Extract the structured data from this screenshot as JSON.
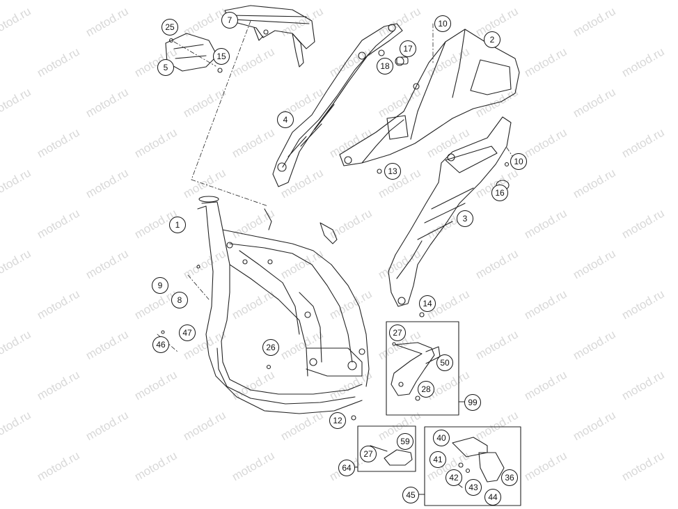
{
  "watermark": "motod.ru",
  "colors": {
    "line": "#222222",
    "watermark": "#d8d8d8",
    "background": "#ffffff"
  },
  "callouts": [
    {
      "id": "c25",
      "label": "25"
    },
    {
      "id": "c5",
      "label": "5"
    },
    {
      "id": "c15",
      "label": "15"
    },
    {
      "id": "c7",
      "label": "7"
    },
    {
      "id": "c4",
      "label": "4"
    },
    {
      "id": "c10a",
      "label": "10"
    },
    {
      "id": "c2",
      "label": "2"
    },
    {
      "id": "c17",
      "label": "17"
    },
    {
      "id": "c18",
      "label": "18"
    },
    {
      "id": "c13",
      "label": "13"
    },
    {
      "id": "c10b",
      "label": "10"
    },
    {
      "id": "c16",
      "label": "16"
    },
    {
      "id": "c3",
      "label": "3"
    },
    {
      "id": "c1",
      "label": "1"
    },
    {
      "id": "c9",
      "label": "9"
    },
    {
      "id": "c8",
      "label": "8"
    },
    {
      "id": "c47",
      "label": "47"
    },
    {
      "id": "c46",
      "label": "46"
    },
    {
      "id": "c26",
      "label": "26"
    },
    {
      "id": "c14",
      "label": "14"
    },
    {
      "id": "c27a",
      "label": "27"
    },
    {
      "id": "c50",
      "label": "50"
    },
    {
      "id": "c28",
      "label": "28"
    },
    {
      "id": "c99",
      "label": "99"
    },
    {
      "id": "c12",
      "label": "12"
    },
    {
      "id": "c59",
      "label": "59"
    },
    {
      "id": "c27b",
      "label": "27"
    },
    {
      "id": "c64",
      "label": "64"
    },
    {
      "id": "c40",
      "label": "40"
    },
    {
      "id": "c41",
      "label": "41"
    },
    {
      "id": "c42",
      "label": "42"
    },
    {
      "id": "c36",
      "label": "36"
    },
    {
      "id": "c43",
      "label": "43"
    },
    {
      "id": "c44",
      "label": "44"
    },
    {
      "id": "c45",
      "label": "45"
    }
  ]
}
